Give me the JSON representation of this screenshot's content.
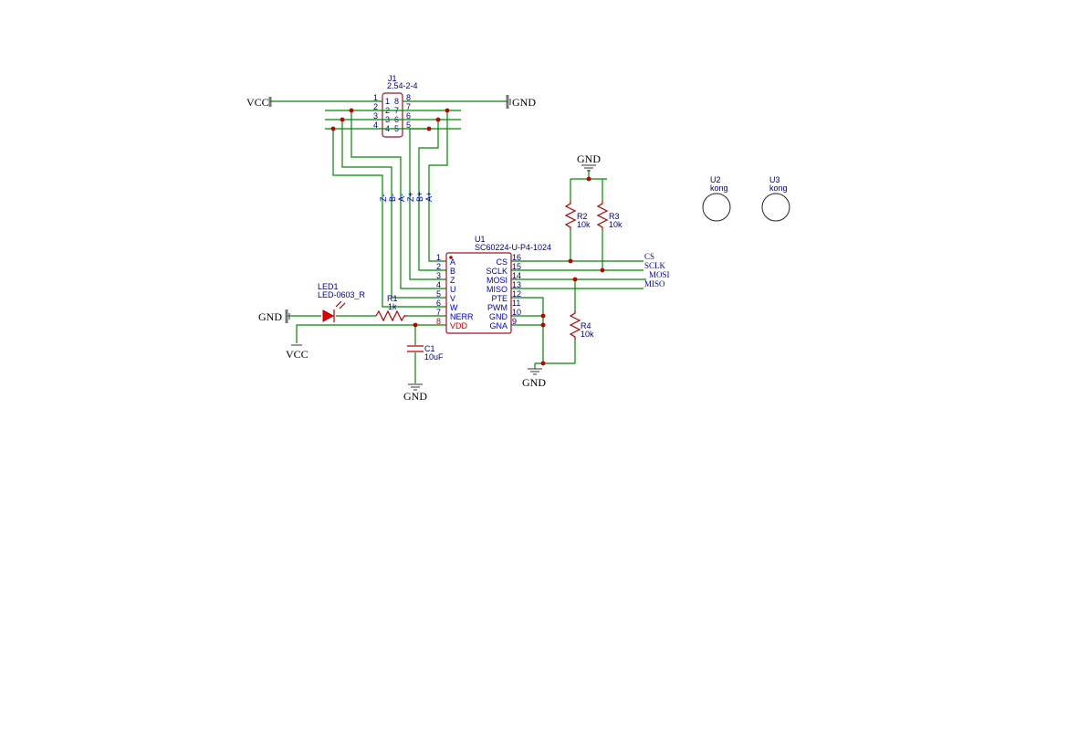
{
  "power": {
    "vcc": "VCC",
    "gnd": "GND"
  },
  "j1": {
    "ref": "J1",
    "value": "2.54-2-4",
    "left_pins": [
      "1",
      "2",
      "3",
      "4"
    ],
    "right_pins": [
      "8",
      "7",
      "6",
      "5"
    ],
    "inner_left": [
      "1",
      "2",
      "3",
      "4"
    ],
    "inner_right": [
      "8",
      "7",
      "6",
      "5"
    ]
  },
  "vertical_labels": [
    "Z-",
    "B-",
    "A-",
    "Z+",
    "B+",
    "A+"
  ],
  "u1": {
    "ref": "U1",
    "value": "SC60224-U-P4-1024",
    "left": [
      {
        "num": "1",
        "name": "A"
      },
      {
        "num": "2",
        "name": "B"
      },
      {
        "num": "3",
        "name": "Z"
      },
      {
        "num": "4",
        "name": "U"
      },
      {
        "num": "5",
        "name": "V"
      },
      {
        "num": "6",
        "name": "W"
      },
      {
        "num": "7",
        "name": "NERR"
      },
      {
        "num": "8",
        "name": "VDD"
      }
    ],
    "right": [
      {
        "num": "16",
        "name": "CS"
      },
      {
        "num": "15",
        "name": "SCLK"
      },
      {
        "num": "14",
        "name": "MOSI"
      },
      {
        "num": "13",
        "name": "MISO"
      },
      {
        "num": "12",
        "name": "PTE"
      },
      {
        "num": "11",
        "name": "PWM"
      },
      {
        "num": "10",
        "name": "GND"
      },
      {
        "num": "9",
        "name": "GNA"
      }
    ]
  },
  "nets": {
    "cs": "CS",
    "sclk": "SCLK",
    "mosi": "MOSI",
    "miso": "MISO"
  },
  "r1": {
    "ref": "R1",
    "value": "1k"
  },
  "r2": {
    "ref": "R2",
    "value": "10k"
  },
  "r3": {
    "ref": "R3",
    "value": "10k"
  },
  "r4": {
    "ref": "R4",
    "value": "10k"
  },
  "c1": {
    "ref": "C1",
    "value": "10uF"
  },
  "led1": {
    "ref": "LED1",
    "value": "LED-0603_R"
  },
  "u2": {
    "ref": "U2",
    "value": "kong"
  },
  "u3": {
    "ref": "U3",
    "value": "kong"
  },
  "colors": {
    "wire": "#008a00",
    "junction": "#c00000",
    "component": "#b00000",
    "pin_label": "#0000c0",
    "led_fill": "#e00000"
  }
}
